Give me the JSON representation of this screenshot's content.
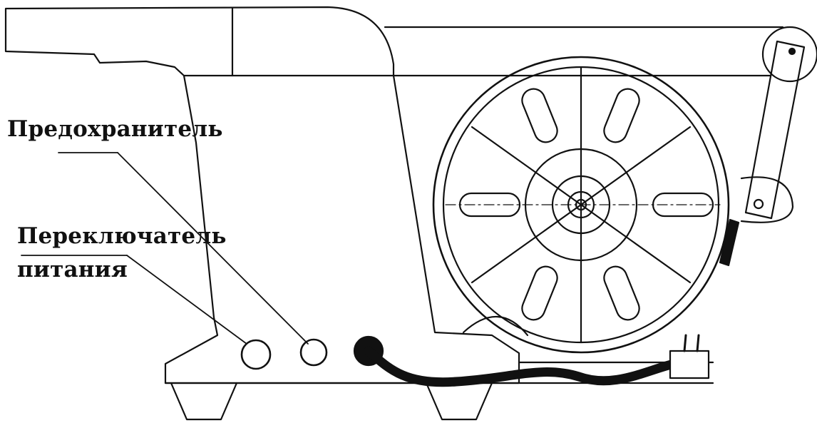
{
  "labels": {
    "fuse": "Предохранитель",
    "power_switch_line1": "Переключатель",
    "power_switch_line2": "питания"
  },
  "colors": {
    "background": "#ffffff",
    "line": "#111111"
  }
}
